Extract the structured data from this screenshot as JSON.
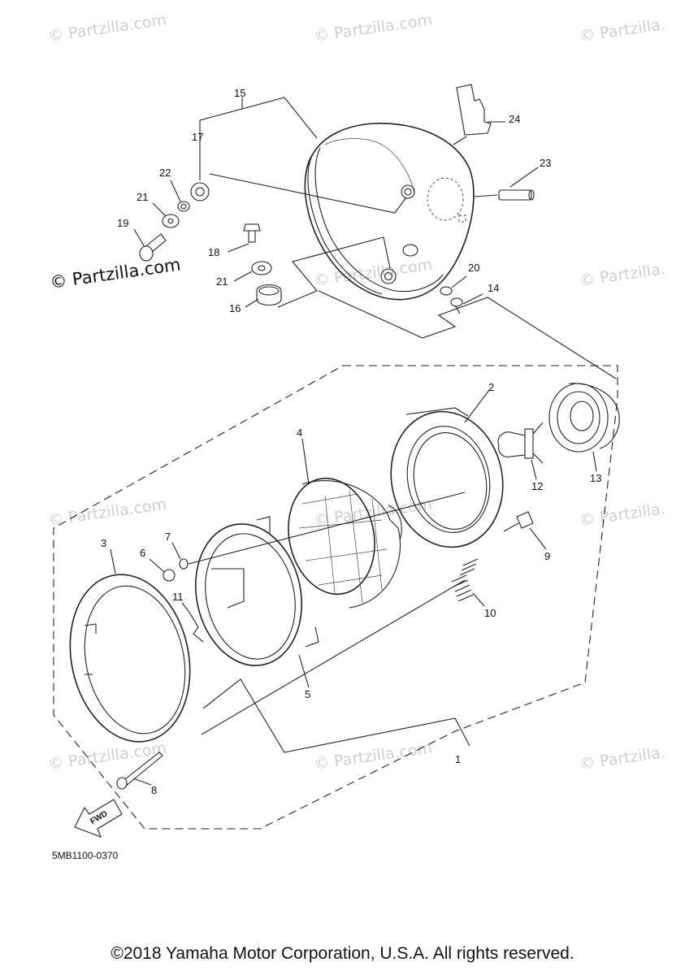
{
  "diagram": {
    "diagram_code": "5MB1100-0370",
    "copyright": "©2018 Yamaha Motor Corporation, U.S.A. All rights reserved.",
    "watermark": "© Partzilla.com",
    "watermark_short": "© Partzilla.",
    "fwd_label": "FWD",
    "callouts": [
      {
        "id": "c1",
        "label": "1"
      },
      {
        "id": "c2",
        "label": "2"
      },
      {
        "id": "c3",
        "label": "3"
      },
      {
        "id": "c4",
        "label": "4"
      },
      {
        "id": "c5",
        "label": "5"
      },
      {
        "id": "c6",
        "label": "6"
      },
      {
        "id": "c7",
        "label": "7"
      },
      {
        "id": "c8",
        "label": "8"
      },
      {
        "id": "c9",
        "label": "9"
      },
      {
        "id": "c10",
        "label": "10"
      },
      {
        "id": "c11",
        "label": "11"
      },
      {
        "id": "c12",
        "label": "12"
      },
      {
        "id": "c13",
        "label": "13"
      },
      {
        "id": "c14",
        "label": "14"
      },
      {
        "id": "c15",
        "label": "15"
      },
      {
        "id": "c16",
        "label": "16"
      },
      {
        "id": "c17",
        "label": "17"
      },
      {
        "id": "c18",
        "label": "18"
      },
      {
        "id": "c19",
        "label": "19"
      },
      {
        "id": "c20",
        "label": "20"
      },
      {
        "id": "c21a",
        "label": "21"
      },
      {
        "id": "c21b",
        "label": "21"
      },
      {
        "id": "c22",
        "label": "22"
      },
      {
        "id": "c23",
        "label": "23"
      },
      {
        "id": "c24",
        "label": "24"
      }
    ]
  }
}
